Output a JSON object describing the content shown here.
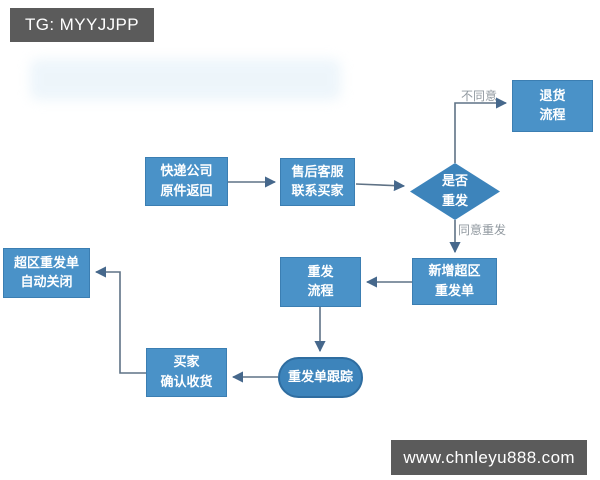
{
  "header": {
    "tag_label": "TG: MYYJJPP"
  },
  "footer": {
    "watermark_url": "www.chnleyu888.com"
  },
  "flowchart": {
    "nodes": {
      "courier": "快递公司\n原件返回",
      "after_sales": "售后客服\n联系买家",
      "decision": "是否\n重发",
      "return_process": "退货\n流程",
      "new_resend_order": "新增超区\n重发单",
      "resend_process": "重发\n流程",
      "tracking": "重发单跟踪",
      "buyer_confirm": "买家\n确认收货",
      "auto_close": "超区重发单\n自动关闭"
    },
    "edge_labels": {
      "disagree": "不同意",
      "agree": "同意重发"
    }
  },
  "colors": {
    "canvas_bg": "#ffffff",
    "node_fill": "#4a92c8",
    "node_fill_dark": "#3d84bb",
    "node_border": "#2f6da0",
    "arrow_line": "#5f7285",
    "arrow_head": "#46688c",
    "edge_label_text": "#9199a0",
    "badge_bg": "#5b5b5b",
    "badge_text": "#ffffff"
  }
}
